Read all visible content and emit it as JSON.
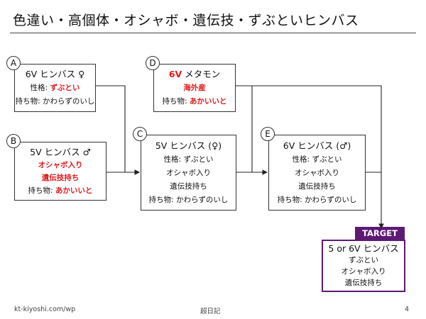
{
  "title": "色違い・高個体・オシャボ・遺伝技・ずぶといヒンバス",
  "nodes": {
    "A": {
      "label": "A",
      "line1": "6V ヒンバス ♀",
      "nature_prefix": "性格: ",
      "nature": "ずぶとい",
      "item_prefix": "持ち物: ",
      "item": "かわらずのいし"
    },
    "B": {
      "label": "B",
      "line1": "5V ヒンバス ♂",
      "ball": "オシャボ入り",
      "egg_move": "遺伝技持ち",
      "item_prefix": "持ち物: ",
      "item": "あかいいと"
    },
    "C": {
      "label": "C",
      "line1": "5V ヒンバス (♀)",
      "nature": "性格: ずぶとい",
      "ball": "オシャボ入り",
      "egg_move": "遺伝技持ち",
      "item": "持ち物: かわらずのいし"
    },
    "D": {
      "label": "D",
      "line1_bold": "6V",
      "line1_rest": " メタモン",
      "origin": "海外産",
      "item_prefix": "持ち物: ",
      "item": "あかいいと"
    },
    "E": {
      "label": "E",
      "line1": "6V ヒンバス (♂)",
      "nature": "性格: ずぶとい",
      "ball": "オシャボ入り",
      "egg_move": "遺伝技持ち",
      "item": "持ち物: かわらずのいし"
    },
    "target": {
      "label": "TARGET",
      "line1": "5 or 6V ヒンバス",
      "nature": "ずぶとい",
      "ball": "オシャボ入り",
      "egg_move": "遺伝技持ち"
    }
  },
  "footer": {
    "url": "kt-kiyoshi.com/wp",
    "center": "超日記",
    "page": "4"
  },
  "colors": {
    "highlight": "#e0191b",
    "target": "#5c1a74"
  }
}
